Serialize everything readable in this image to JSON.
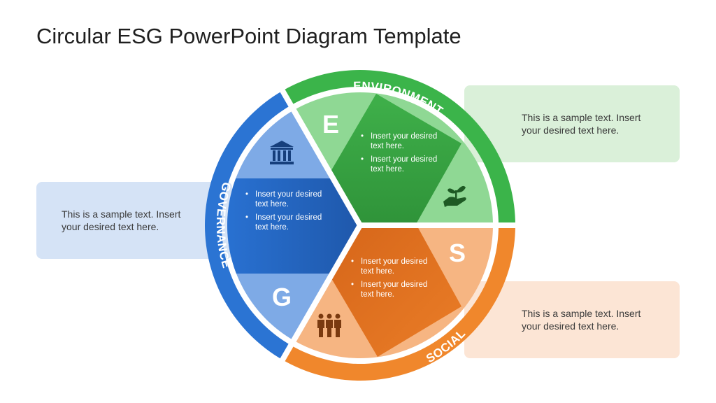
{
  "title": "Circular ESG PowerPoint Diagram Template",
  "segments": {
    "environment": {
      "label": "ENVIRONMENT",
      "letter": "E",
      "icon": "plant-in-hand-icon",
      "bullets": [
        "Insert your desired text here.",
        "Insert your desired text here."
      ],
      "box_text": "This is a sample text. Insert your desired text here.",
      "colors": {
        "ring": "#3bb44a",
        "light": "#8fd894",
        "dark": "#35a443"
      }
    },
    "social": {
      "label": "SOCIAL",
      "letter": "S",
      "icon": "people-group-icon",
      "bullets": [
        "Insert your desired text here.",
        "Insert your desired text here."
      ],
      "box_text": "This is a sample text. Insert your desired text here.",
      "colors": {
        "ring": "#f0872c",
        "light": "#f6b582",
        "dark": "#e0711f"
      }
    },
    "governance": {
      "label": "GOVERNANCE",
      "letter": "G",
      "icon": "government-building-icon",
      "bullets": [
        "Insert your desired text here.",
        "Insert your desired text here."
      ],
      "box_text": "This is a sample text. Insert your desired text here.",
      "colors": {
        "ring": "#2b74d3",
        "light": "#7eaae6",
        "dark": "#2160bb"
      }
    }
  }
}
